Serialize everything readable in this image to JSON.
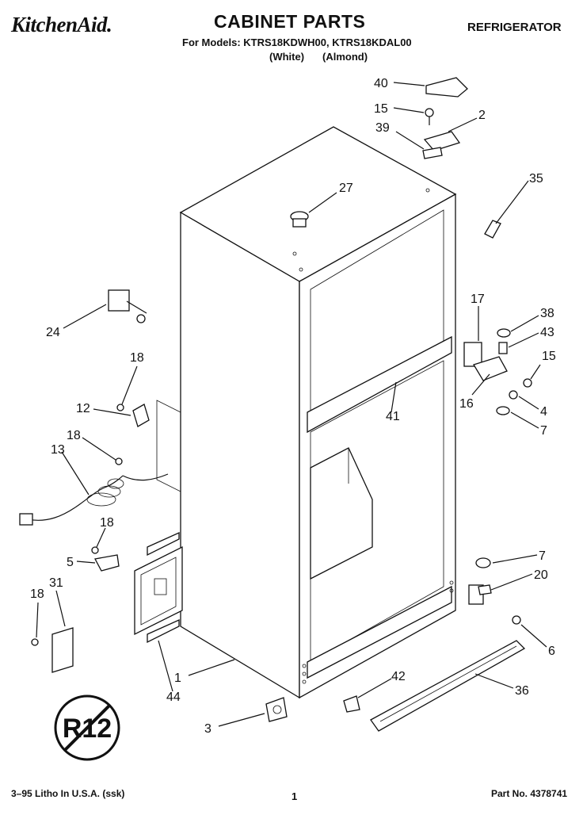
{
  "header": {
    "brand": "KitchenAid.",
    "title": "CABINET PARTS",
    "appliance": "REFRIGERATOR",
    "models_line": "For Models: KTRS18KDWH00, KTRS18KDAL00",
    "color_white": "(White)",
    "color_almond": "(Almond)"
  },
  "callouts": [
    "40",
    "15",
    "2",
    "39",
    "35",
    "27",
    "24",
    "17",
    "38",
    "43",
    "15",
    "18",
    "12",
    "41",
    "16",
    "4",
    "7",
    "18",
    "13",
    "18",
    "5",
    "7",
    "20",
    "31",
    "18",
    "6",
    "1",
    "42",
    "36",
    "44",
    "3"
  ],
  "emblem": {
    "label": "R12"
  },
  "footer": {
    "litho": "3–95 Litho In U.S.A. (ssk)",
    "page": "1",
    "part_no": "Part No. 4378741"
  }
}
